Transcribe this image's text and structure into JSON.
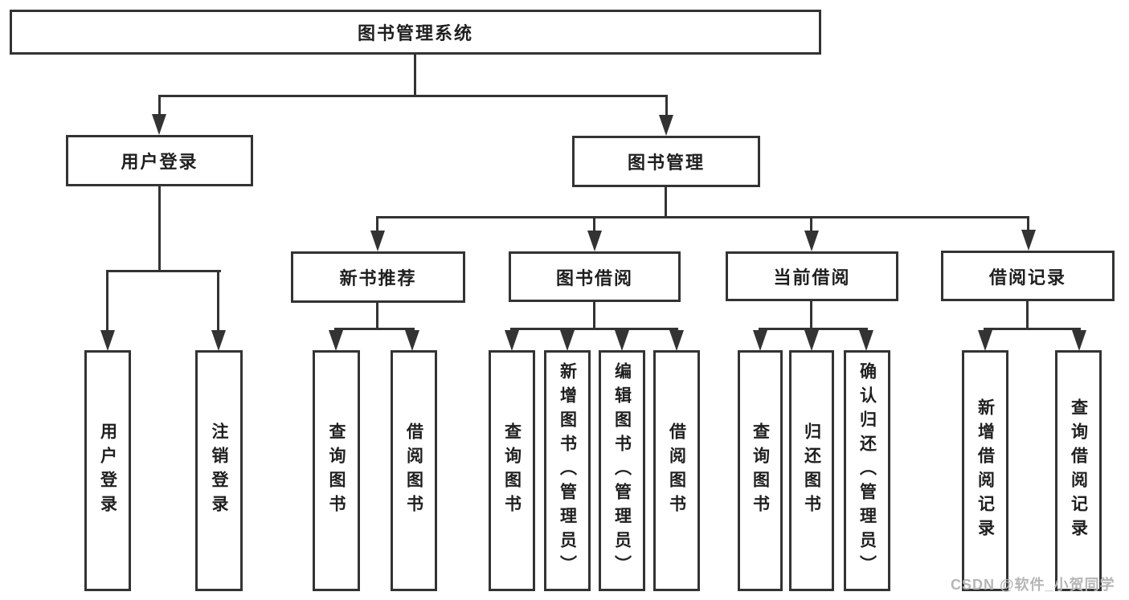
{
  "diagram_title": "图书管理系统",
  "tree": {
    "label": "图书管理系统",
    "children": [
      {
        "label": "用户登录",
        "children": [
          {
            "label": "用户登录"
          },
          {
            "label": "注销登录"
          }
        ]
      },
      {
        "label": "图书管理",
        "children": [
          {
            "label": "新书推荐",
            "children": [
              {
                "label": "查询图书"
              },
              {
                "label": "借阅图书"
              }
            ]
          },
          {
            "label": "图书借阅",
            "children": [
              {
                "label": "查询图书"
              },
              {
                "label": "新增图书（管理员）"
              },
              {
                "label": "编辑图书（管理员）"
              },
              {
                "label": "借阅图书"
              }
            ]
          },
          {
            "label": "当前借阅",
            "children": [
              {
                "label": "查询图书"
              },
              {
                "label": "归还图书"
              },
              {
                "label": "确认归还（管理员）"
              }
            ]
          },
          {
            "label": "借阅记录",
            "children": [
              {
                "label": "新增借阅记录"
              },
              {
                "label": "查询借阅记录"
              }
            ]
          }
        ]
      }
    ]
  },
  "watermark": {
    "text": "CSDN @软件_小贺同学"
  },
  "colors": {
    "line": "#333333",
    "text": "#1f1f1f",
    "box_background": "#ffffff",
    "page_background": "#ffffff",
    "watermark": "#b5b5b5"
  }
}
